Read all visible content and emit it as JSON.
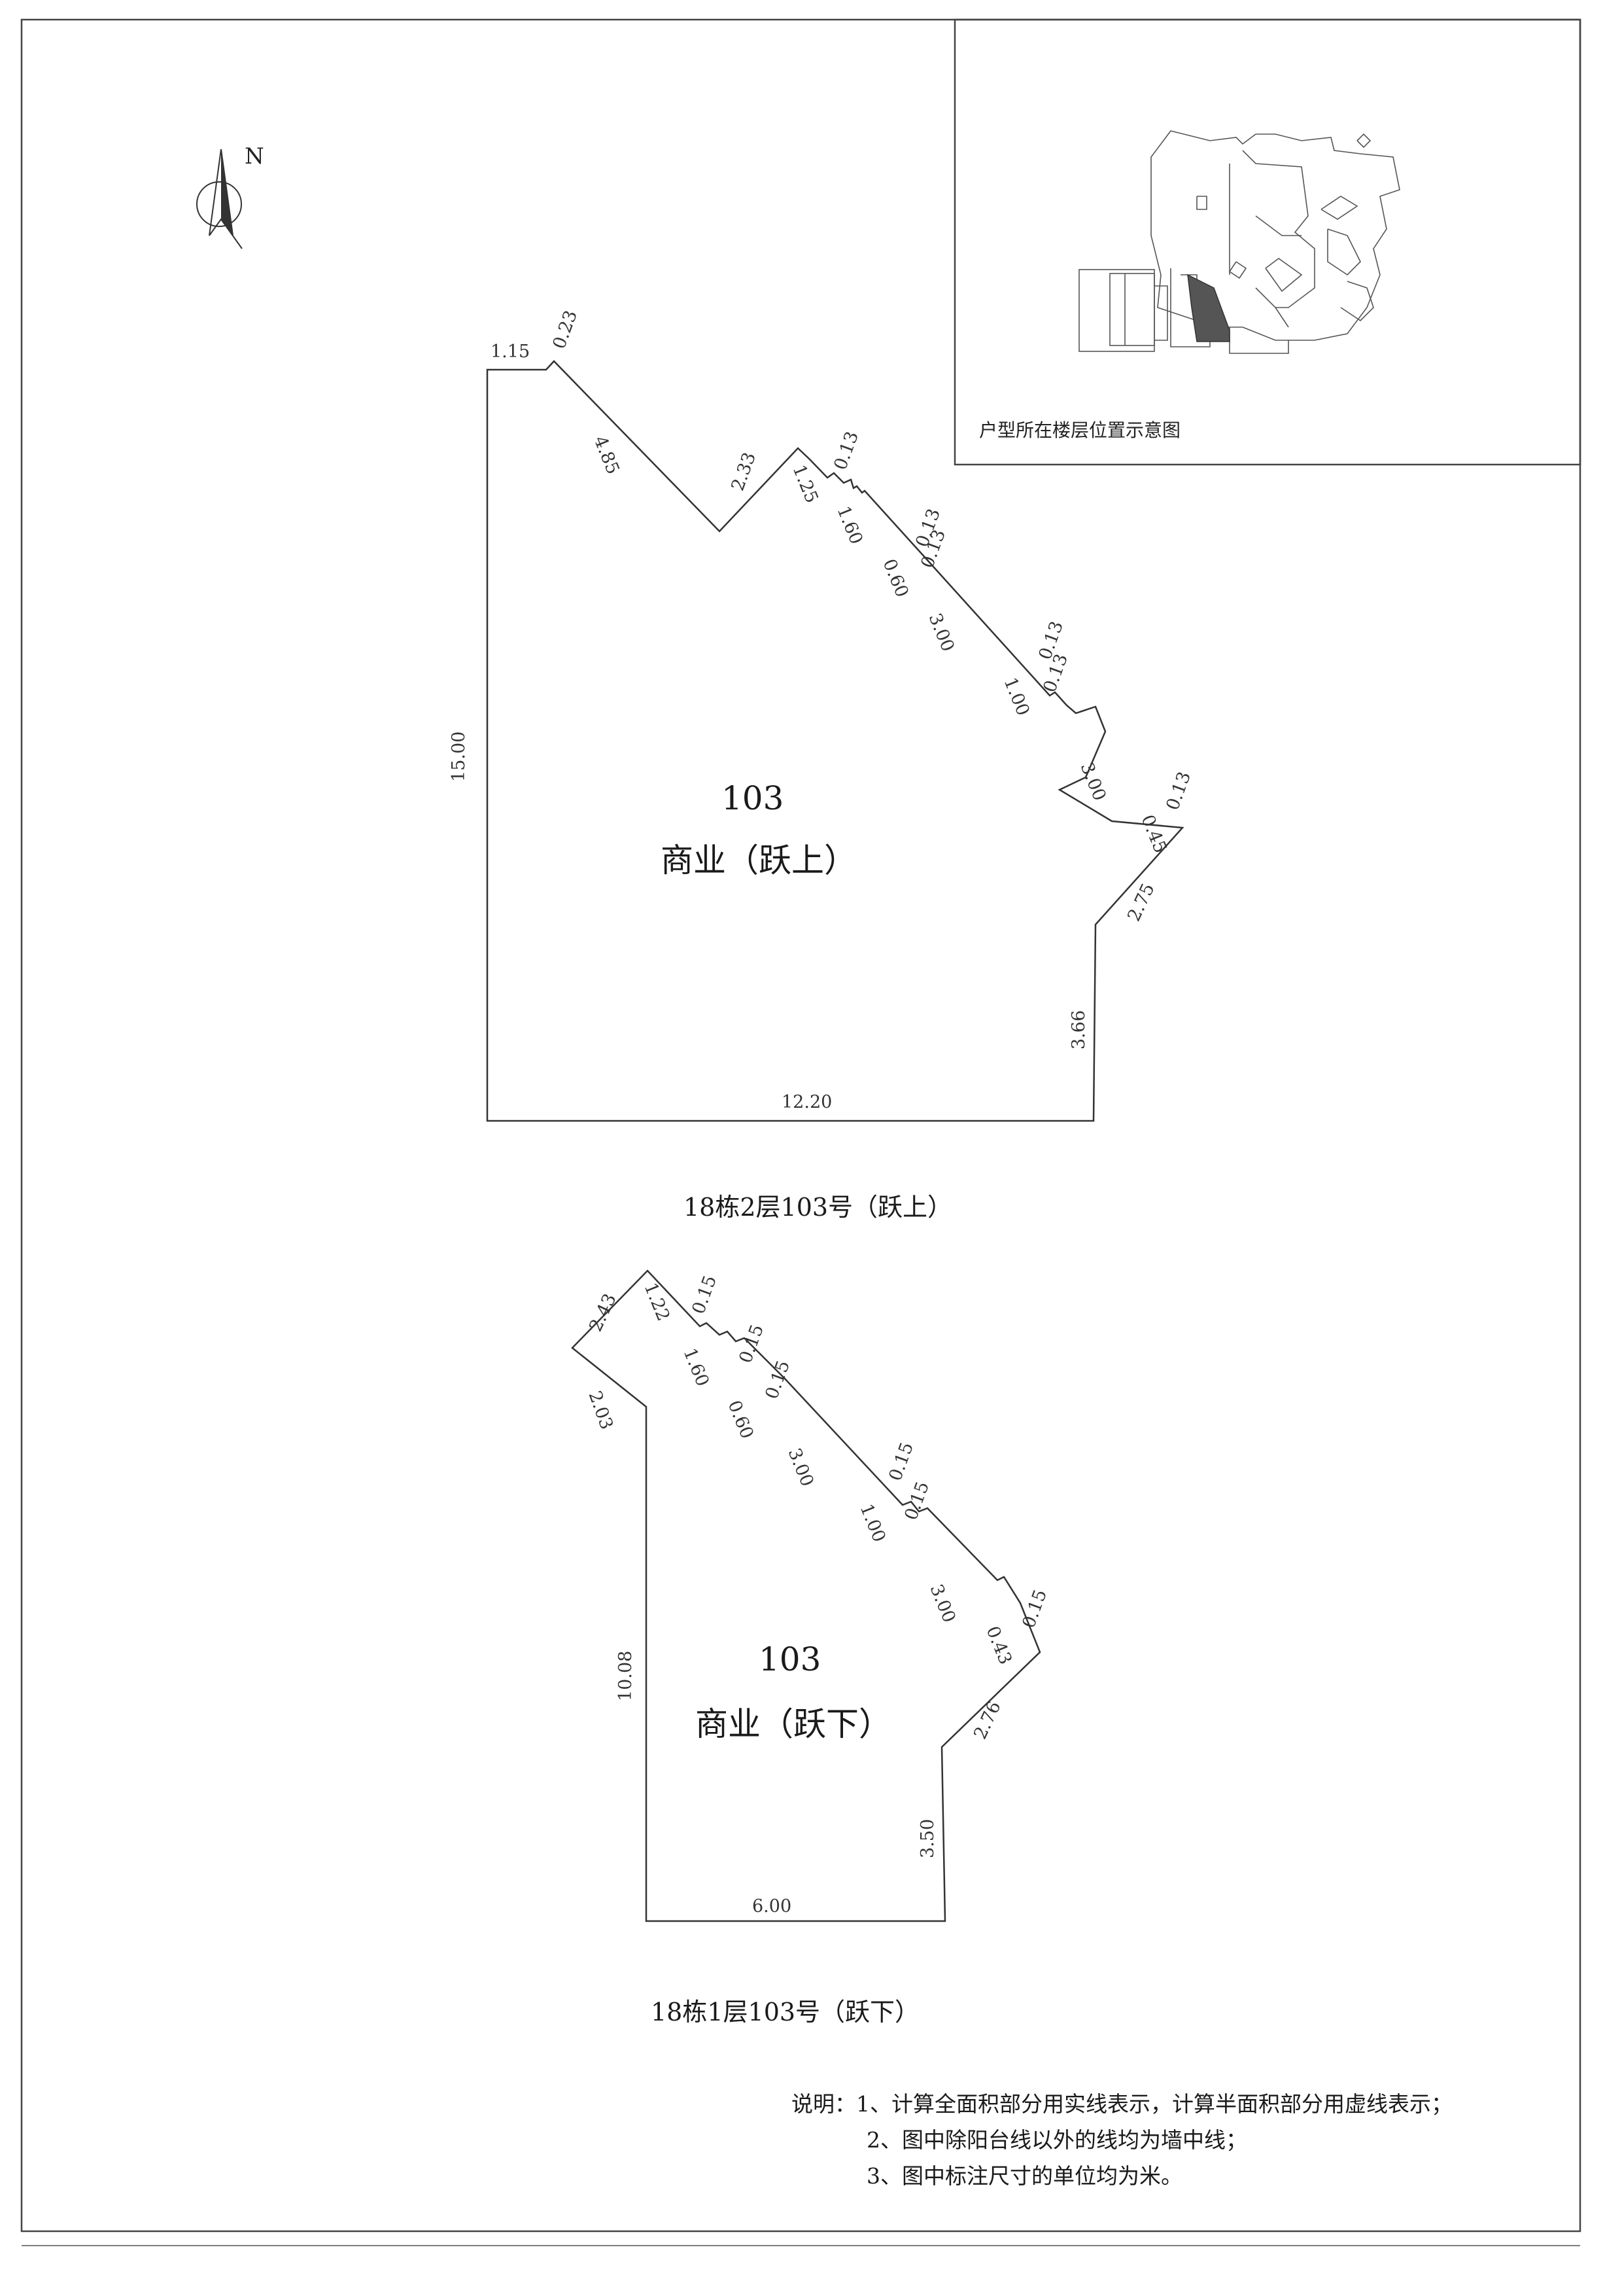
{
  "north_label": "N",
  "inset": {
    "caption": "户型所在楼层位置示意图"
  },
  "upper": {
    "unit": "103",
    "use": "商业（跃上）",
    "caption": "18栋2层103号（跃上）",
    "dims": [
      "1.15",
      "0.23",
      "4.85",
      "2.33",
      "1.25",
      "0.13",
      "1.60",
      "0.13",
      "0.60",
      "0.13",
      "3.00",
      "0.13",
      "1.00",
      "0.13",
      "3.00",
      "0.13",
      "0.45",
      "2.75",
      "3.66",
      "12.20",
      "15.00"
    ]
  },
  "lower": {
    "unit": "103",
    "use": "商业（跃下）",
    "caption": "18栋1层103号（跃下）",
    "dims": [
      "2.43",
      "1.22",
      "0.15",
      "1.60",
      "0.15",
      "0.60",
      "0.15",
      "3.00",
      "0.15",
      "1.00",
      "0.15",
      "3.00",
      "0.15",
      "0.43",
      "2.76",
      "3.50",
      "6.00",
      "10.08",
      "2.03"
    ]
  },
  "notes": {
    "l1": "说明：1、计算全面积部分用实线表示，计算半面积部分用虚线表示；",
    "l2": "2、图中除阳台线以外的线均为墙中线；",
    "l3": "3、图中标注尺寸的单位均为米。"
  }
}
